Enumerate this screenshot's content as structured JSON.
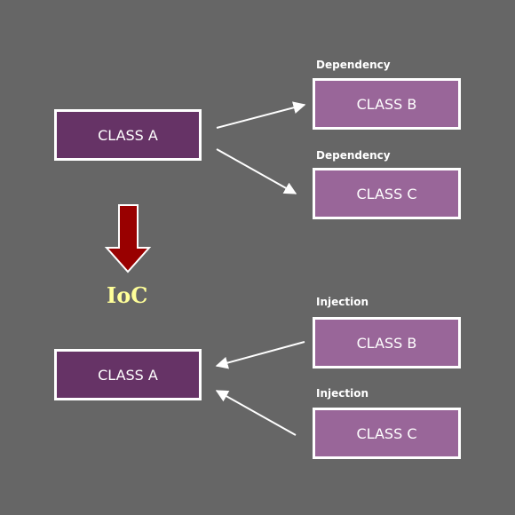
{
  "colors": {
    "background": "#666666",
    "class_a_fill": "#663366",
    "dependency_fill": "#996699",
    "border": "#ffffff",
    "ioc_arrow": "#990000",
    "ioc_text": "#ffff99"
  },
  "top": {
    "class_a": "CLASS A",
    "dependencies": [
      {
        "label": "Dependency",
        "class_name": "CLASS B"
      },
      {
        "label": "Dependency",
        "class_name": "CLASS C"
      }
    ]
  },
  "ioc": {
    "label": "IoC",
    "icon": "down-arrow-icon"
  },
  "bottom": {
    "class_a": "CLASS A",
    "injections": [
      {
        "label": "Injection",
        "class_name": "CLASS B"
      },
      {
        "label": "Injection",
        "class_name": "CLASS C"
      }
    ]
  }
}
